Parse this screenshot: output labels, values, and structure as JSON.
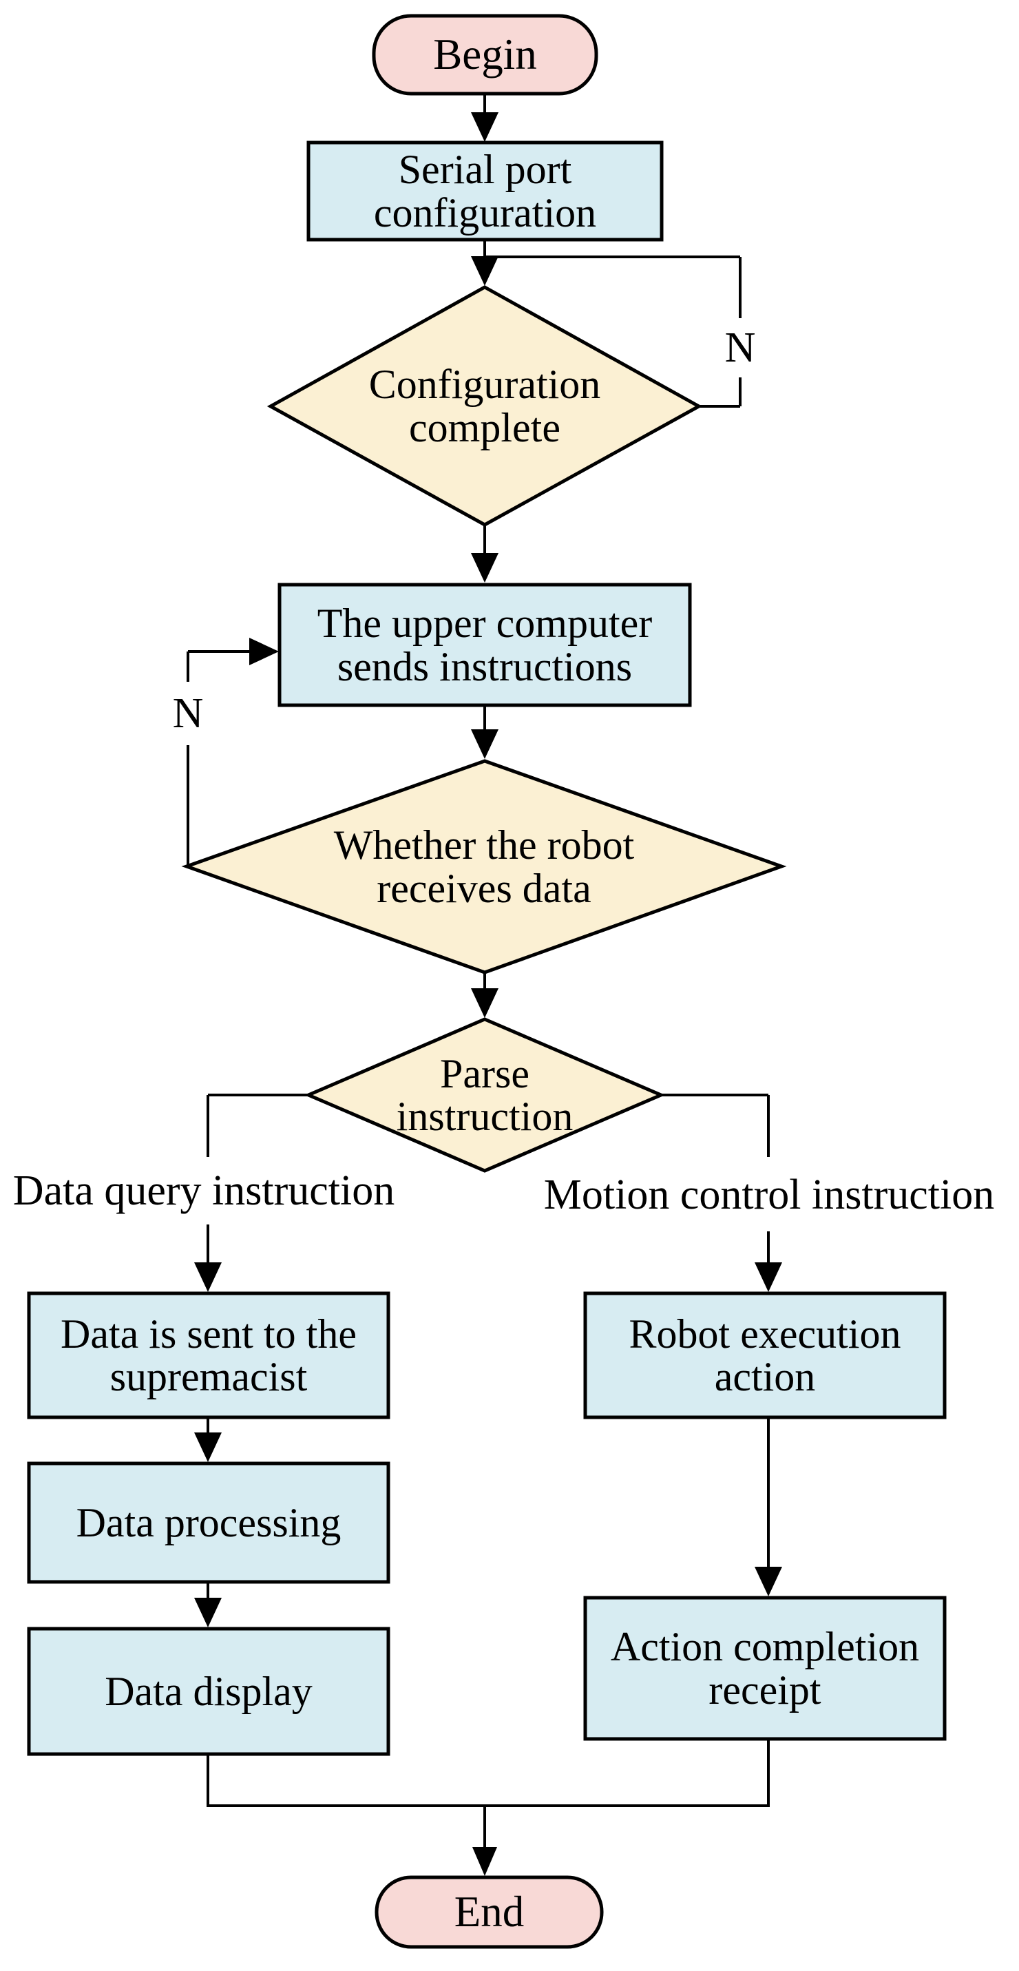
{
  "diagram": {
    "nodes": {
      "begin": {
        "label": "Begin",
        "type": "terminator"
      },
      "serial": {
        "label": "Serial port configuration",
        "type": "process"
      },
      "config": {
        "label": "Configuration complete",
        "type": "decision"
      },
      "upper": {
        "label": "The upper computer sends instructions",
        "type": "process"
      },
      "robot_receive": {
        "label": "Whether the robot receives data",
        "type": "decision"
      },
      "parse": {
        "label": "Parse instruction",
        "type": "decision"
      },
      "data_sent": {
        "label": "Data is sent to the supremacist",
        "type": "process"
      },
      "data_processing": {
        "label": "Data processing",
        "type": "process"
      },
      "data_display": {
        "label": "Data display",
        "type": "process"
      },
      "robot_exec": {
        "label": "Robot execution action",
        "type": "process"
      },
      "action_receipt": {
        "label": "Action completion receipt",
        "type": "process"
      },
      "end": {
        "label": "End",
        "type": "terminator"
      }
    },
    "edge_labels": {
      "config_no": "N",
      "receive_no": "N",
      "branch_left": "Data query instruction",
      "branch_right": "Motion control instruction"
    },
    "colors": {
      "terminator_fill": "#f8d9d6",
      "process_fill": "#d7ecf2",
      "decision_fill": "#fbf0d3",
      "stroke": "#000000",
      "arrow_fill": "#000000",
      "text": "#000000"
    }
  }
}
